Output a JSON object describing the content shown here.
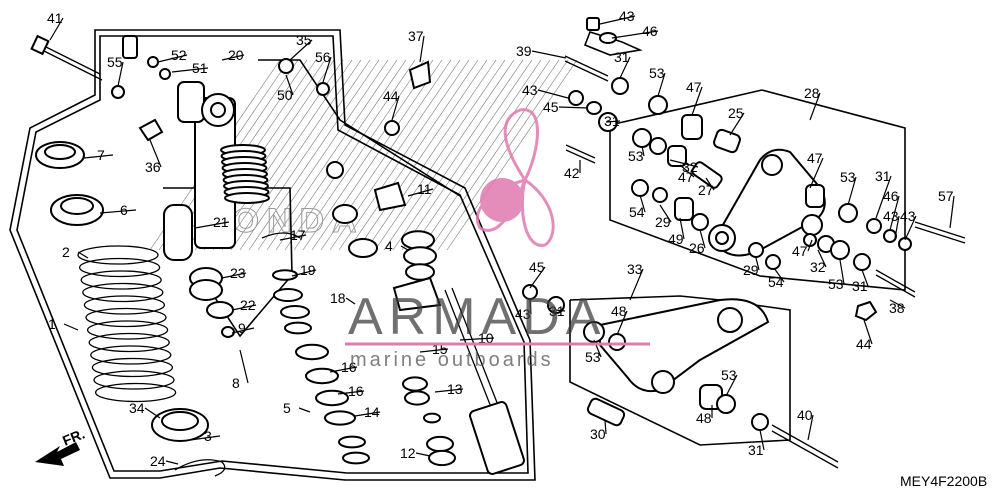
{
  "diagram": {
    "code": "MEY4F2200B",
    "direction_label": "FR.",
    "callouts": [
      "1",
      "2",
      "3",
      "4",
      "5",
      "6",
      "7",
      "8",
      "9",
      "10",
      "11",
      "12",
      "13",
      "14",
      "15",
      "16",
      "16",
      "17",
      "18",
      "19",
      "20",
      "21",
      "22",
      "23",
      "24",
      "25",
      "26",
      "27",
      "28",
      "29",
      "29",
      "30",
      "31",
      "31",
      "31",
      "31",
      "31",
      "31",
      "32",
      "32",
      "33",
      "34",
      "35",
      "36",
      "37",
      "38",
      "39",
      "40",
      "41",
      "42",
      "43",
      "43",
      "43",
      "43",
      "43",
      "44",
      "44",
      "45",
      "45",
      "46",
      "46",
      "47",
      "47",
      "47",
      "47",
      "48",
      "48",
      "49",
      "50",
      "51",
      "52",
      "53",
      "53",
      "53",
      "53",
      "53",
      "53",
      "54",
      "54",
      "55",
      "56",
      "57"
    ]
  },
  "watermark": {
    "brand": "ARMADA",
    "tagline": "marine outboards",
    "background_text": "HONDA",
    "logo_color": "#e07ab0"
  }
}
